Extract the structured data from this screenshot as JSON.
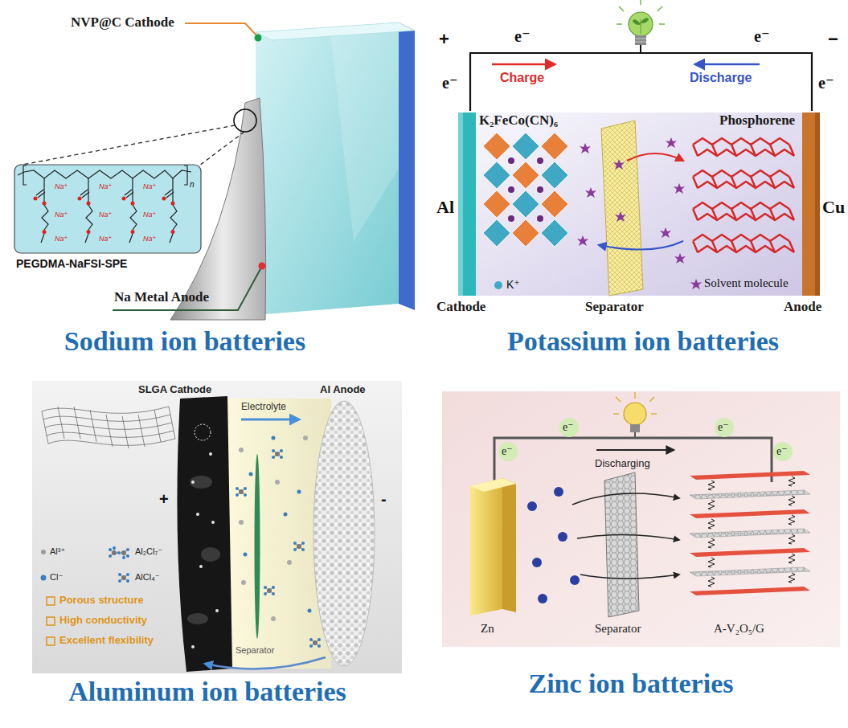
{
  "diagram": {
    "nodes": [
      {
        "text": [
          "Sodium ion batteries"
        ]
      },
      {
        "text": [
          "Potassium ion batteries"
        ]
      },
      {
        "text": [
          "Aluminum ion batteries"
        ]
      },
      {
        "text": [
          "Zinc ion batteries"
        ]
      }
    ],
    "labels": [
      "NVP@C Cathode",
      "PEGDMA-NaFSI-SPE",
      "Na Metal Anode",
      "Na⁺",
      "Na⁺",
      "Na⁺",
      "Na⁺",
      "Na⁺",
      "Na⁺",
      "Na⁺",
      "Na⁺",
      "Na⁺",
      "n",
      "+",
      "e⁻",
      "e⁻",
      "−",
      "Charge",
      "Discharge",
      "e⁻",
      "e⁻",
      "K₂FeCo(CN)₆",
      "Phosphorene",
      "Al",
      "Cu",
      "K⁺",
      "Solvent molecule",
      "Cathode",
      "Separator",
      "Anode",
      "SLGA Cathode",
      "Al Anode",
      "Electrolyte",
      "+",
      "-",
      "Al³⁺",
      "Al₂Cl₇⁻",
      "Cl⁻",
      "AlCl₄⁻",
      "Porous structure",
      "High conductivity",
      "Excellent flexibility",
      "Separator",
      "e⁻",
      "e⁻",
      "Discharging",
      "e⁻",
      "e⁻",
      "Zn",
      "Separator",
      "A-V₂O₅/G"
    ]
  }
}
